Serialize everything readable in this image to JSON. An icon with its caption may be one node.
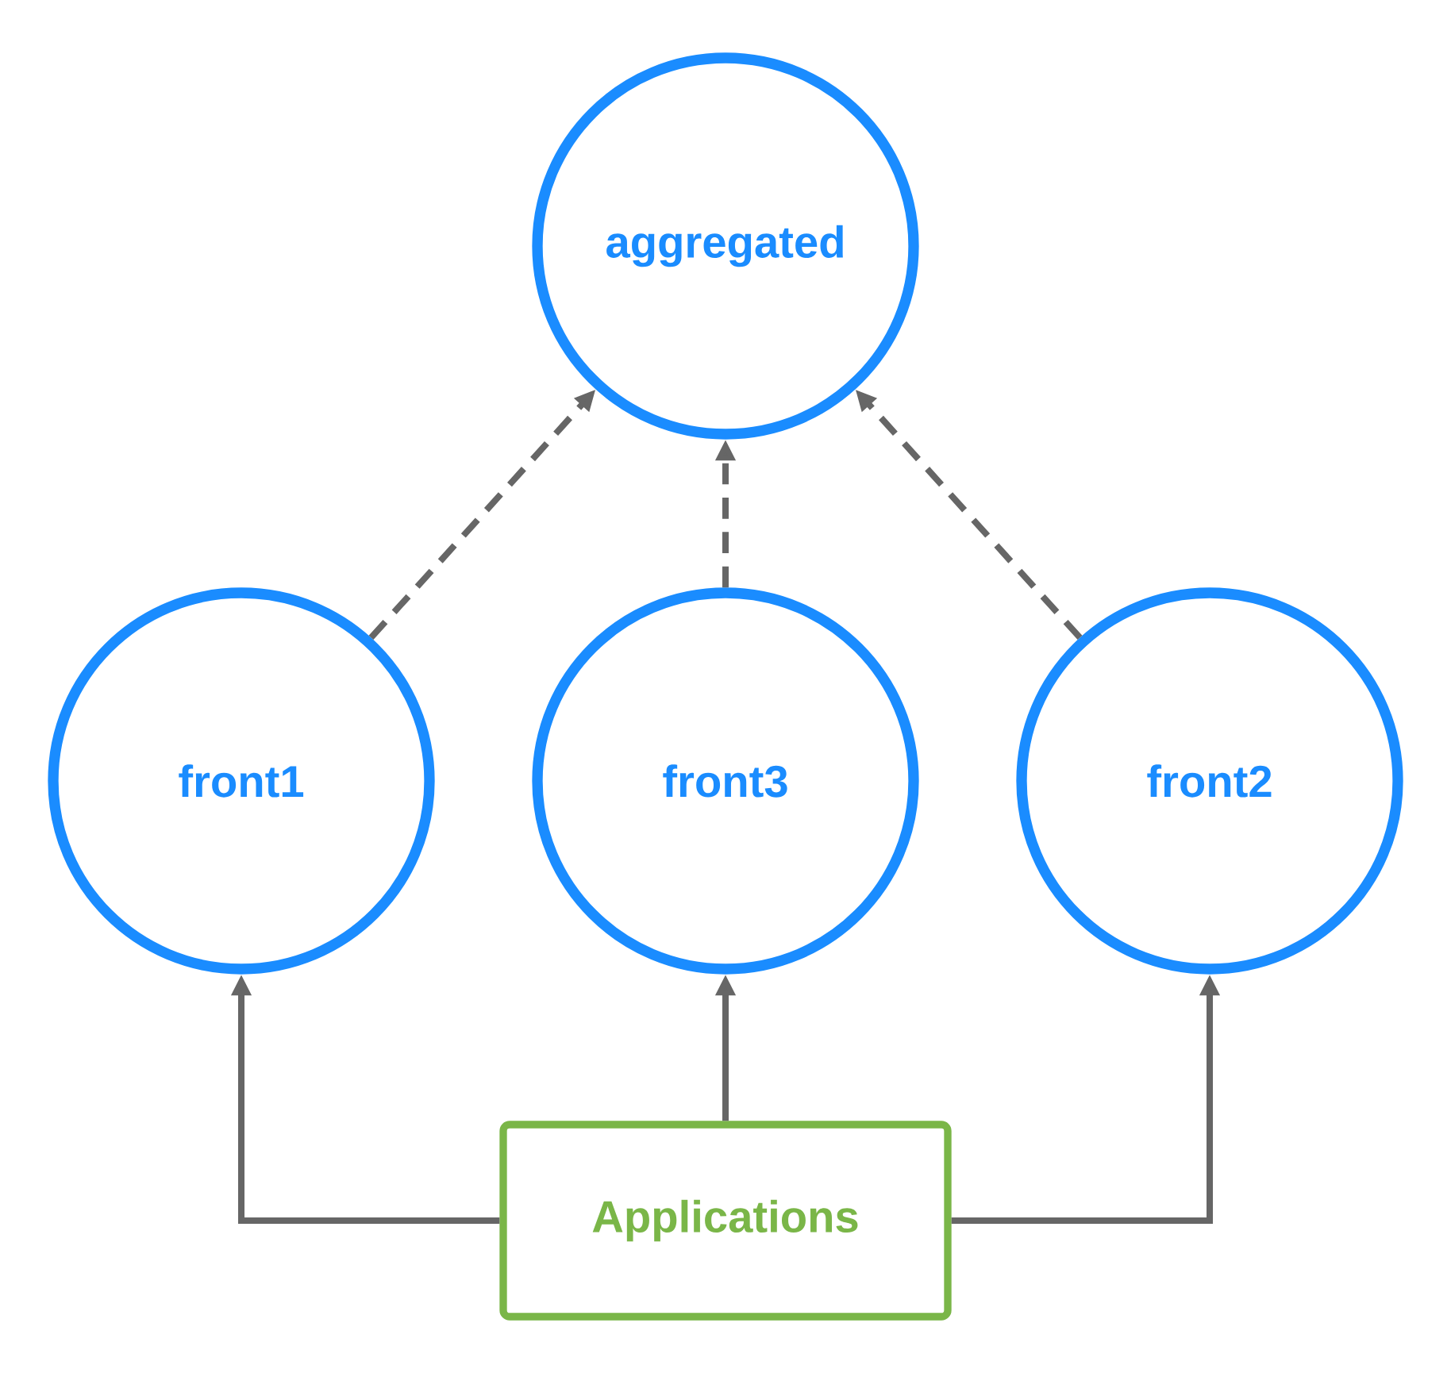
{
  "diagram": {
    "nodes": [
      {
        "text": [
          "aggregated"
        ]
      },
      {
        "text": [
          "front1"
        ]
      },
      {
        "text": [
          "front3"
        ]
      },
      {
        "text": [
          "front2"
        ]
      },
      {
        "text": [
          "Applications"
        ]
      }
    ],
    "edges": [
      {
        "from": 1,
        "to": 0,
        "arrow": "to",
        "style": "dashed"
      },
      {
        "from": 2,
        "to": 0,
        "arrow": "to",
        "style": "dashed"
      },
      {
        "from": 3,
        "to": 0,
        "arrow": "to",
        "style": "dashed"
      },
      {
        "from": 4,
        "to": 1,
        "arrow": "to"
      },
      {
        "from": 4,
        "to": 2,
        "arrow": "to"
      },
      {
        "from": 4,
        "to": 3,
        "arrow": "to"
      }
    ]
  }
}
